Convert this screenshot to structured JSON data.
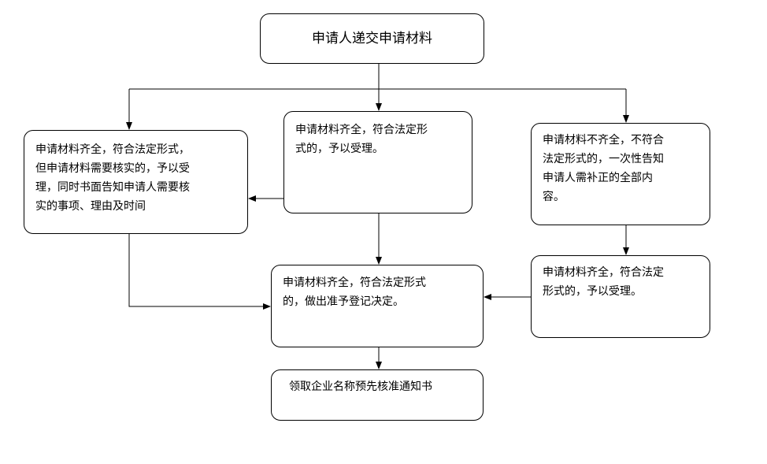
{
  "flowchart": {
    "nodes": {
      "submit": "申请人递交申请材料",
      "verify": "申请材料齐全，符合法定形式，\n但申请材料需要核实的，予以受\n理，同时书面告知申请人需要核\n实的事项、理由及时间",
      "accept_mid": "申请材料齐全，符合法定形\n式的，予以受理。",
      "incomplete": "申请材料不齐全，不符合\n法定形式的，一次性告知\n申请人需补正的全部内\n容。",
      "decision": "申请材料齐全，符合法定形式\n的，做出准予登记决定。",
      "accept_right": "申请材料齐全，符合法定\n形式的，予以受理。",
      "receive": "领取企业名称预先核准通知书"
    },
    "edges": [
      {
        "from": "submit",
        "to": "verify"
      },
      {
        "from": "submit",
        "to": "accept_mid"
      },
      {
        "from": "submit",
        "to": "incomplete"
      },
      {
        "from": "accept_mid",
        "to": "verify"
      },
      {
        "from": "accept_mid",
        "to": "decision"
      },
      {
        "from": "verify",
        "to": "decision"
      },
      {
        "from": "incomplete",
        "to": "accept_right"
      },
      {
        "from": "accept_right",
        "to": "decision"
      },
      {
        "from": "decision",
        "to": "receive"
      }
    ],
    "colors": {
      "stroke": "#000000",
      "fill": "#ffffff",
      "text": "#000000"
    }
  }
}
